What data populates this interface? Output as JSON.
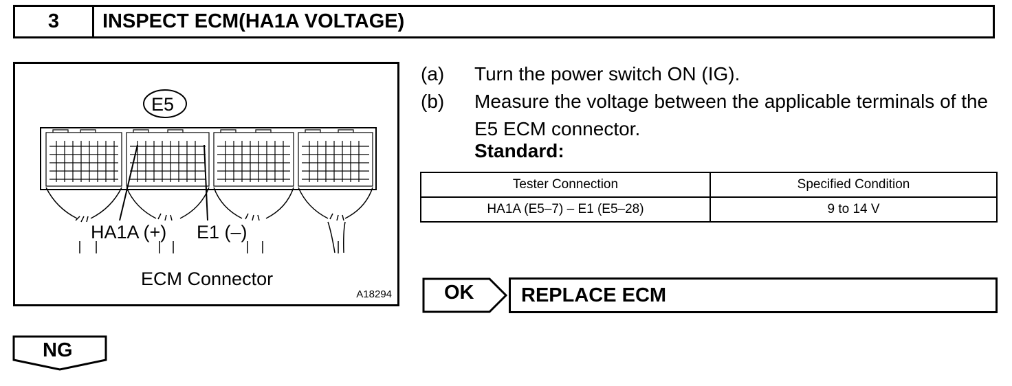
{
  "header": {
    "step_number": "3",
    "title": "INSPECT ECM(HA1A VOLTAGE)"
  },
  "figure": {
    "connector_badge": "E5",
    "label_ha1a": "HA1A (+)",
    "label_e1": "E1 (–)",
    "caption": "ECM Connector",
    "code": "A18294"
  },
  "steps": [
    {
      "letter": "(a)",
      "text": "Turn the power switch ON (IG)."
    },
    {
      "letter": "(b)",
      "text": "Measure the voltage between the applicable terminals of the E5 ECM connector."
    }
  ],
  "standard_label": "Standard:",
  "table": {
    "headers": [
      "Tester Connection",
      "Specified Condition"
    ],
    "rows": [
      [
        "HA1A (E5–7) – E1 (E5–28)",
        "9 to 14 V"
      ]
    ]
  },
  "ok": {
    "label": "OK",
    "action": "REPLACE ECM"
  },
  "ng": {
    "label": "NG"
  }
}
